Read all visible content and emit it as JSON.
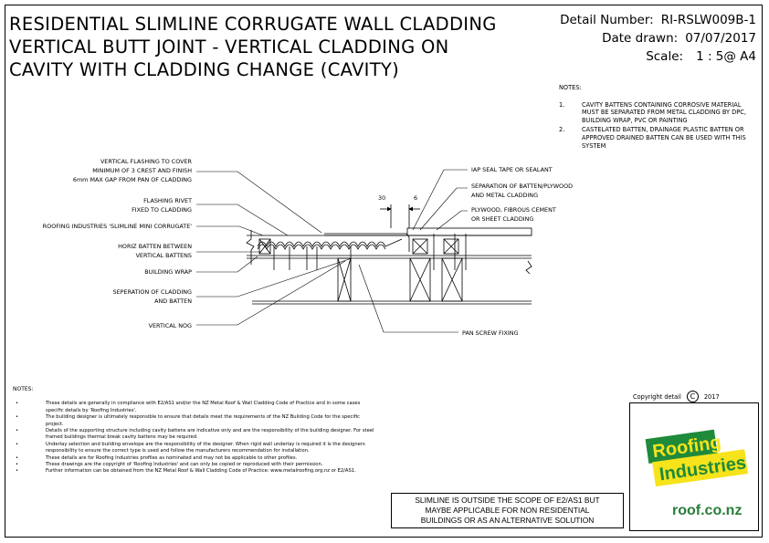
{
  "title": {
    "line1": "RESIDENTIAL SLIMLINE CORRUGATE WALL CLADDING",
    "line2": "VERTICAL BUTT JOINT - VERTICAL CLADDING ON",
    "line3": "CAVITY WITH CLADDING CHANGE (CAVITY)"
  },
  "meta": {
    "detail_label": "Detail Number:",
    "detail_value": "RI-RSLW009B-1",
    "date_label": "Date drawn:",
    "date_value": "07/07/2017",
    "scale_label": "Scale:",
    "scale_value": "1 : 5@ A4"
  },
  "notes_top": {
    "heading": "NOTES:",
    "items": [
      {
        "num": "1.",
        "text": "CAVITY BATTENS CONTAINING CORROSIVE MATERIAL MUST BE SEPARATED FROM METAL CLADDING BY DPC, BUILDING WRAP, PVC OR PAINTING"
      },
      {
        "num": "2.",
        "text": "CASTELATED BATTEN, DRAINAGE PLASTIC BATTEN OR APPROVED DRAINED BATTEN CAN BE USED WITH THIS SYSTEM"
      }
    ]
  },
  "drawing_labels": {
    "left": [
      "VERTICAL FLASHING TO COVER",
      "MINIMUM OF 3 CREST AND FINISH",
      "6mm MAX GAP FROM PAN OF CLADDING",
      "FLASHING RIVET",
      "FIXED TO CLADDING",
      "ROOFING INDUSTRIES 'SLIMLINE MINI CORRUGATE'",
      "HORIZ BATTEN BETWEEN",
      "VERTICAL BATTENS",
      "BUILDING WRAP",
      "SEPERATION OF CLADDING",
      "AND BATTEN",
      "VERTICAL NOG"
    ],
    "right": [
      "IAP SEAL TAPE OR SEALANT",
      "SEPARATION OF BATTEN/PLYWOOD",
      "AND METAL CLADDING",
      "PLYWOOD, FIBROUS CEMENT",
      "OR SHEET CLADDING",
      "PAN SCREW FIXING"
    ],
    "dim_30": "30",
    "dim_6": "6"
  },
  "notes_bottom": {
    "heading": "NOTES:",
    "items": [
      "These details are generally in compliance with E2/AS1 and/or the NZ Metal Roof & Wall Cladding Code of Practice and in some cases specific details by 'Roofing Industries'.",
      "The building designer is ultimately responsible to ensure that details meet the requirements of the NZ Building Code for the specific project.",
      "Details of the supporting structure including cavity battens are indicative only and are the responsibility of the building designer. For steel framed buildings thermal break cavity battens may be required.",
      "Underlay selection and building envelope are the responsibility of the designer. When rigid wall underlay is required it is the designers responsibility to ensure the correct type is used and follow the manufacturers recommendation for installation.",
      "These details are for Roofing Industries profiles as nominated and may not be applicable to other profiles.",
      "These drawings are the copyright of 'Roofing Industries' and can only be copied or reproduced with their permission.",
      "Further information can be obtained from the NZ Metal Roof & Wall Cladding Code of Practice: www.metalroofing.org.nz or E2/AS1."
    ],
    "bullet": "•"
  },
  "copyright": {
    "label": "Copyright detail",
    "symbol": "C",
    "year": "2017"
  },
  "scope_box": {
    "line1": "SLIMLINE IS OUTSIDE THE SCOPE OF E2/AS1 BUT",
    "line2": "MAYBE APPLICABLE FOR NON RESIDENTIAL",
    "line3": "BUILDINGS OR AS AN ALTERNATIVE SOLUTION"
  },
  "logo": {
    "word1": "Roofing",
    "word2": "Industries",
    "url": "roof.co.nz",
    "colors": {
      "green": "#1f8a3a",
      "yellow": "#f6e31b",
      "text_green": "#2a7d3a"
    }
  }
}
